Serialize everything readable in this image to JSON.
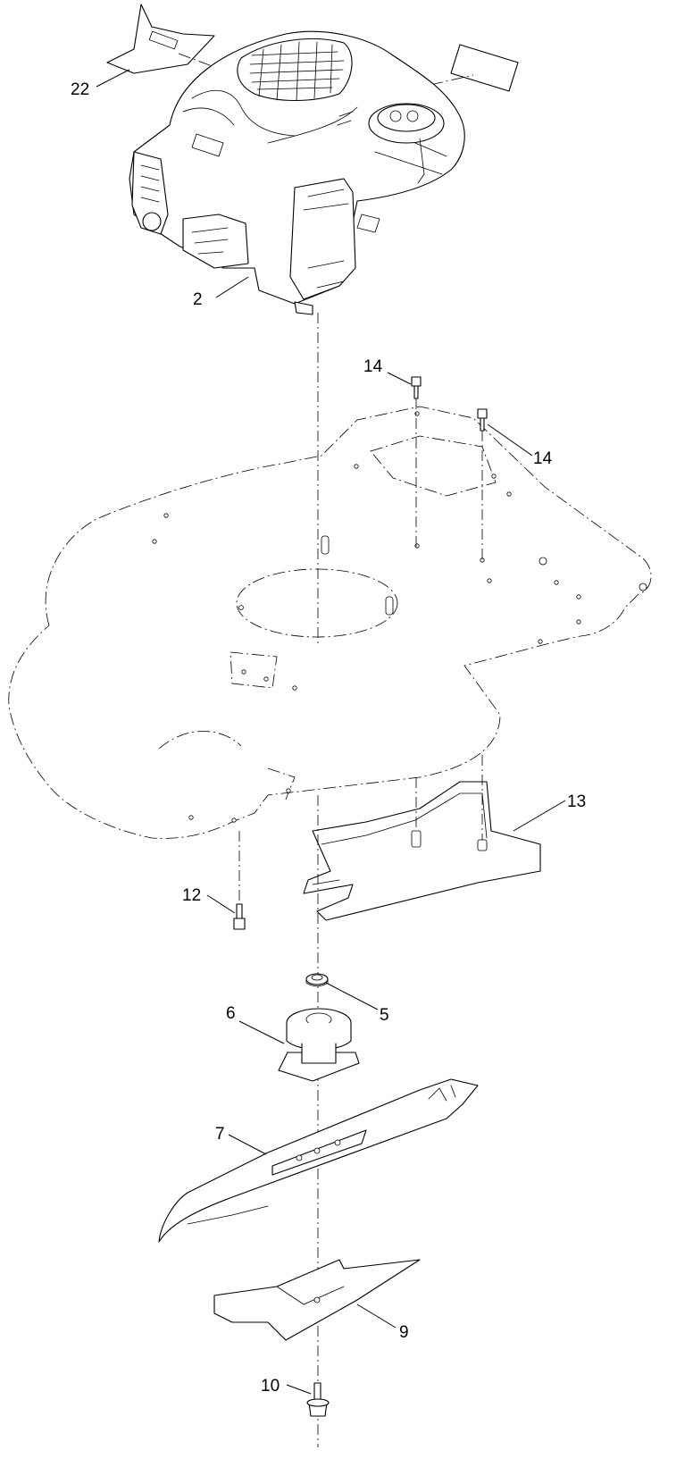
{
  "callouts": [
    {
      "id": "engine",
      "label": "2"
    },
    {
      "id": "decal-top",
      "label": "22"
    },
    {
      "id": "bolt-deck-a",
      "label": "14"
    },
    {
      "id": "bolt-deck-b",
      "label": "14"
    },
    {
      "id": "baffle",
      "label": "13"
    },
    {
      "id": "bolt-baffle",
      "label": "12"
    },
    {
      "id": "hub-key",
      "label": "5"
    },
    {
      "id": "blade-adapter",
      "label": "6"
    },
    {
      "id": "blade",
      "label": "7"
    },
    {
      "id": "blade-stiffener",
      "label": "9"
    },
    {
      "id": "blade-bolt",
      "label": "10"
    }
  ]
}
